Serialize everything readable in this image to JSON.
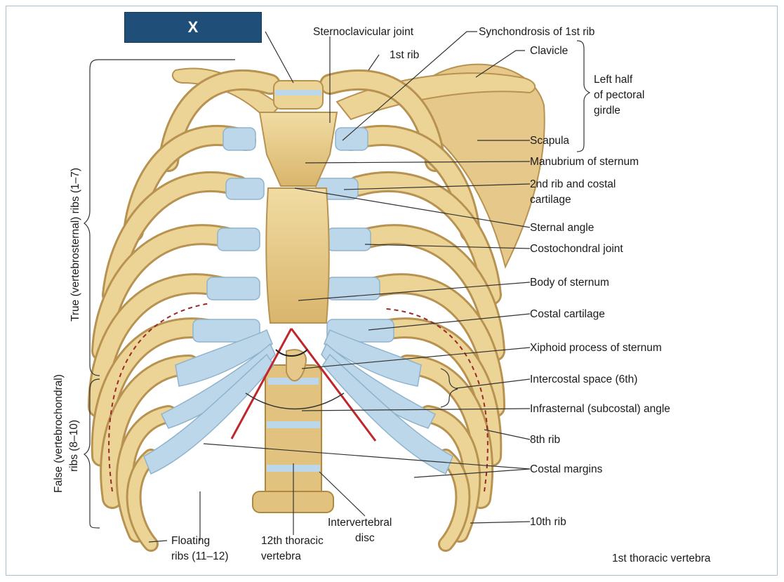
{
  "placeholder_box": {
    "text": "X",
    "color": "#1f4e79"
  },
  "labels": {
    "sternoclavicular_joint": "Sternoclavicular joint",
    "synchondrosis": "Synchondrosis of 1st rib",
    "first_rib": "1st rib",
    "clavicle": "Clavicle",
    "left_half": "Left half",
    "of_pectoral": "of pectoral",
    "girdle": "girdle",
    "scapula": "Scapula",
    "manubrium": "Manubrium of sternum",
    "second_rib": "2nd rib and costal",
    "cartilage": "cartilage",
    "sternal_angle": "Sternal angle",
    "costochondral": "Costochondral joint",
    "body_sternum": "Body of sternum",
    "costal_cartilage": "Costal cartilage",
    "xiphoid": "Xiphoid process of sternum",
    "intercostal": "Intercostal space (6th)",
    "infrasternal": "Infrasternal (subcostal) angle",
    "eighth_rib": "8th rib",
    "costal_margins": "Costal margins",
    "tenth_rib": "10th rib",
    "floating_1": "Floating",
    "floating_2": "ribs (11–12)",
    "twelfth_1": "12th thoracic",
    "twelfth_2": "vertebra",
    "interv_1": "Intervertebral",
    "interv_2": "disc",
    "first_thoracic": "1st thoracic vertebra",
    "true_ribs": "True (vertebrosternal) ribs (1–7)",
    "false_1": "False (vertebrochondral)",
    "false_2": "ribs (8–10)"
  },
  "colors": {
    "bone": "#e9cf8c",
    "bone_shadow": "#c9a25a",
    "cartilage": "#bcd7ea",
    "angle_line": "#c0272d",
    "leader": "#333333",
    "frame": "#a9bfd6"
  }
}
